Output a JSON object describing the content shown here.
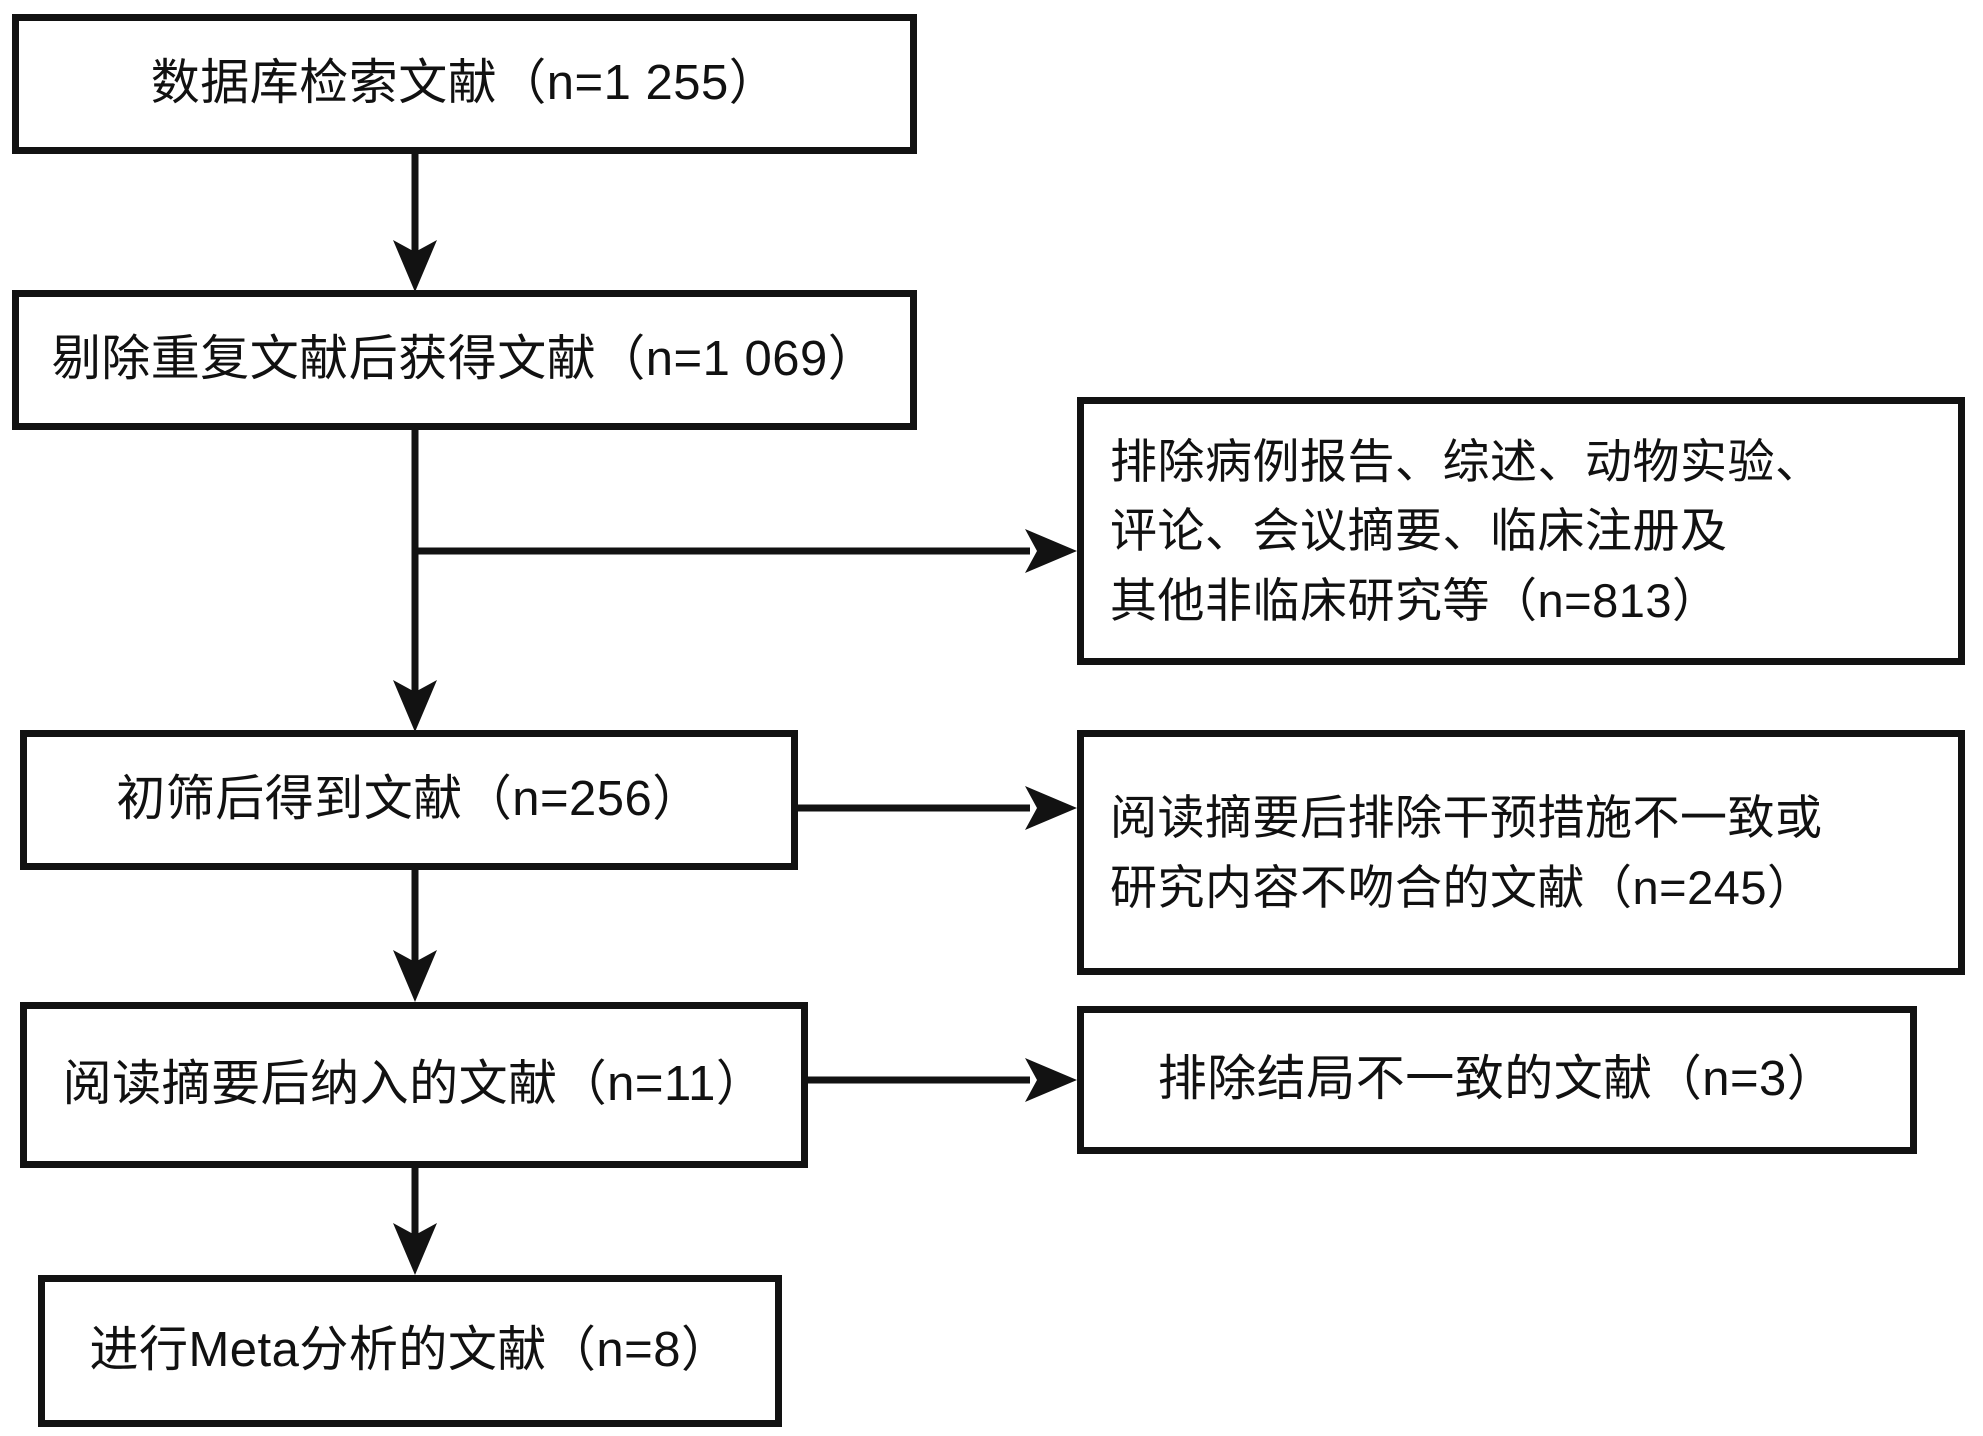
{
  "diagram": {
    "type": "prisma-flow-diagram",
    "language": "zh-CN",
    "line_color": "#121212",
    "background_color": "#ffffff",
    "nodes": {
      "search": {
        "id": "database-search",
        "label": "数据库检索文献（n=1 255）",
        "count": 1255
      },
      "dedup": {
        "id": "after-deduplication",
        "label": "剔除重复文献后获得文献（n=1 069）",
        "count": 1069
      },
      "screen": {
        "id": "after-initial-screening",
        "label": "初筛后得到文献（n=256）",
        "count": 256
      },
      "abstract": {
        "id": "included-after-abstract-reading",
        "label": "阅读摘要后纳入的文献（n=11）",
        "count": 11
      },
      "meta": {
        "id": "included-in-meta-analysis",
        "label": "进行Meta分析的文献（n=8）",
        "count": 8
      },
      "exclusion_1": {
        "id": "excluded-non-clinical",
        "label": "排除病例报告、综述、动物实验、\n评论、会议摘要、临床注册及\n其他非临床研究等（n=813）",
        "count": 813
      },
      "exclusion_2": {
        "id": "excluded-intervention-or-content-mismatch",
        "label": "阅读摘要后排除干预措施不一致或\n研究内容不吻合的文献（n=245）",
        "count": 245
      },
      "exclusion_3": {
        "id": "excluded-outcome-mismatch",
        "label": "排除结局不一致的文献（n=3）",
        "count": 3
      }
    },
    "edges": [
      {
        "id": "edge-search-to-dedup",
        "from": "search",
        "to": "dedup",
        "direction": "down"
      },
      {
        "id": "edge-dedup-to-exclusion-1",
        "from": "dedup",
        "to": "exclusion_1",
        "direction": "right"
      },
      {
        "id": "edge-dedup-to-screen",
        "from": "dedup",
        "to": "screen",
        "direction": "down"
      },
      {
        "id": "edge-screen-to-exclusion-2",
        "from": "screen",
        "to": "exclusion_2",
        "direction": "right"
      },
      {
        "id": "edge-screen-to-abstract",
        "from": "screen",
        "to": "abstract",
        "direction": "down"
      },
      {
        "id": "edge-abstract-to-exclusion-3",
        "from": "abstract",
        "to": "exclusion_3",
        "direction": "right"
      },
      {
        "id": "edge-abstract-to-meta",
        "from": "abstract",
        "to": "meta",
        "direction": "down"
      }
    ]
  }
}
